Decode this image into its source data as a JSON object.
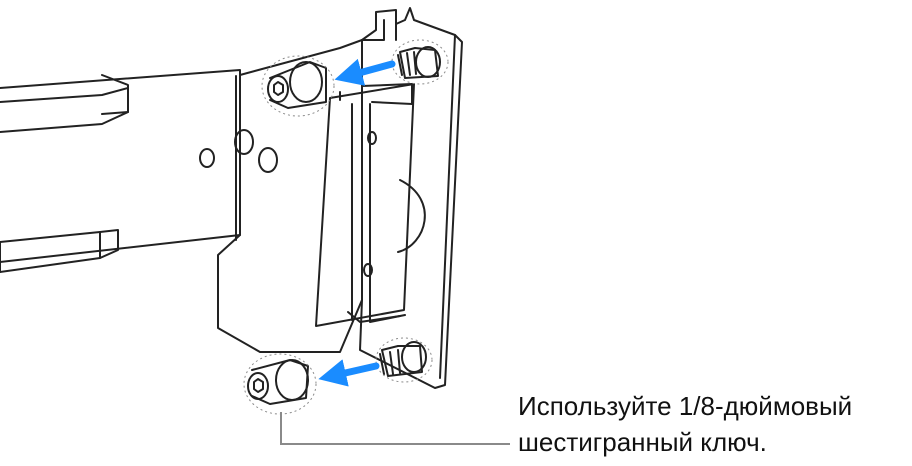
{
  "callout": {
    "line1": "Используйте 1/8-дюймовый",
    "line2": "шестигранный ключ."
  },
  "illustration": {
    "subject": "rack-rail-bracket",
    "arrow_color": "#1a8cff",
    "line_color": "#222222",
    "leader_color": "#8a8a8a",
    "arrow_count": 2,
    "screw_count": 4
  }
}
